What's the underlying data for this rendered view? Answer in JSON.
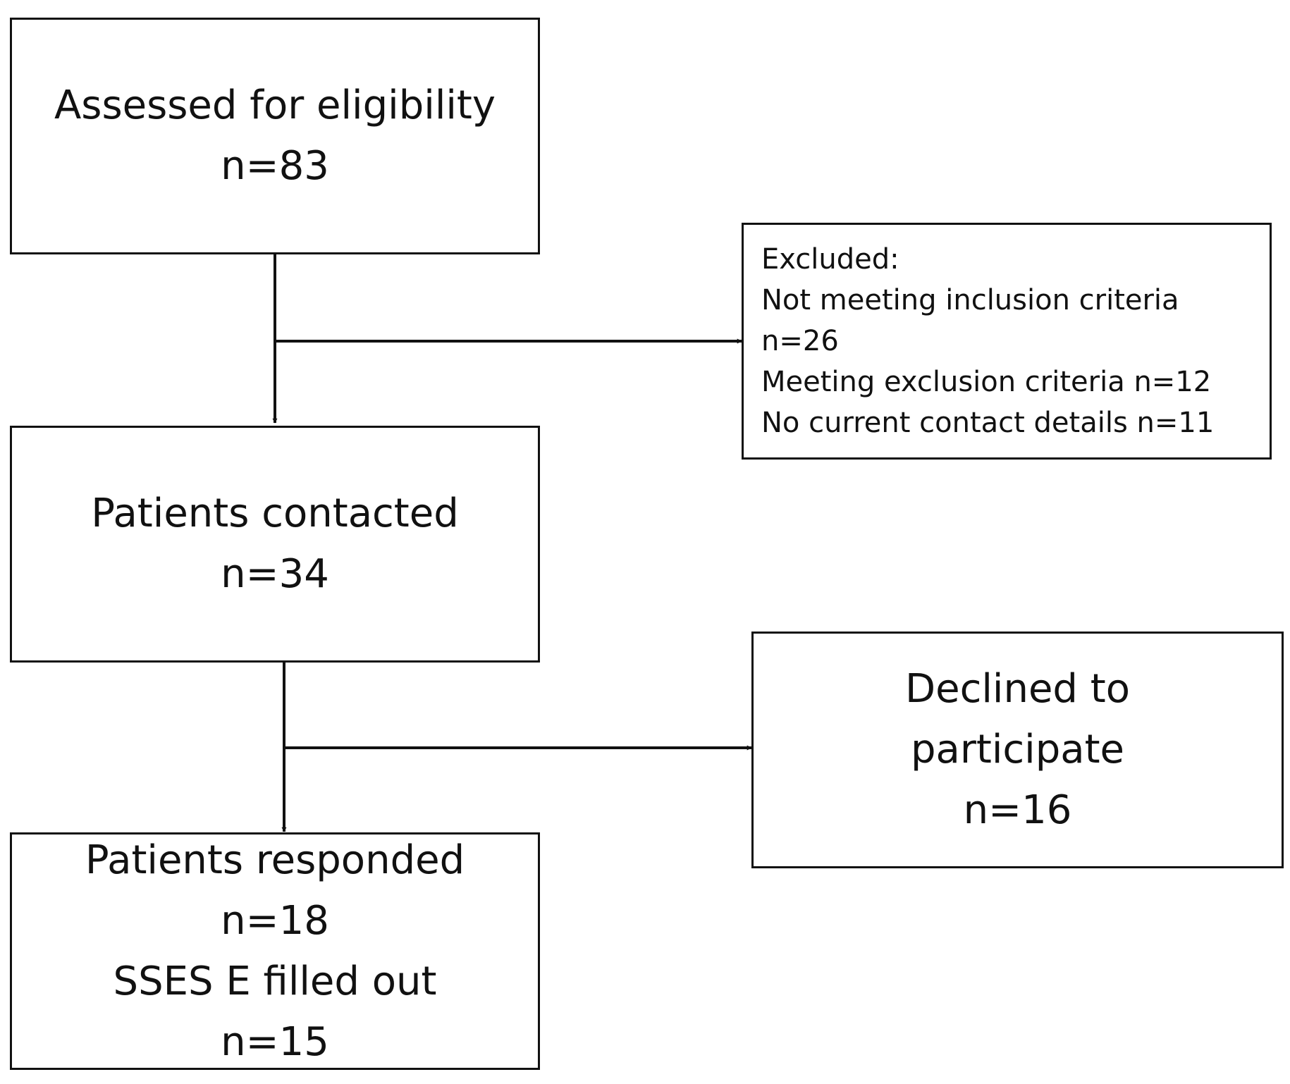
{
  "assessed": {
    "title": "Assessed for eligibility",
    "count": "n=83"
  },
  "excluded": {
    "title": "Excluded:",
    "line1": "Not meeting inclusion criteria",
    "line2": "n=26",
    "line3": "Meeting exclusion criteria n=12",
    "line4": "No current contact details  n=11"
  },
  "contacted": {
    "title": "Patients contacted",
    "count": "n=34"
  },
  "declined": {
    "line1": "Declined to",
    "line2": "participate",
    "count": "n=16"
  },
  "responded": {
    "title": "Patients responded",
    "count": "n=18",
    "subtitle": "SSES E filled out",
    "subcount": "n=15"
  }
}
